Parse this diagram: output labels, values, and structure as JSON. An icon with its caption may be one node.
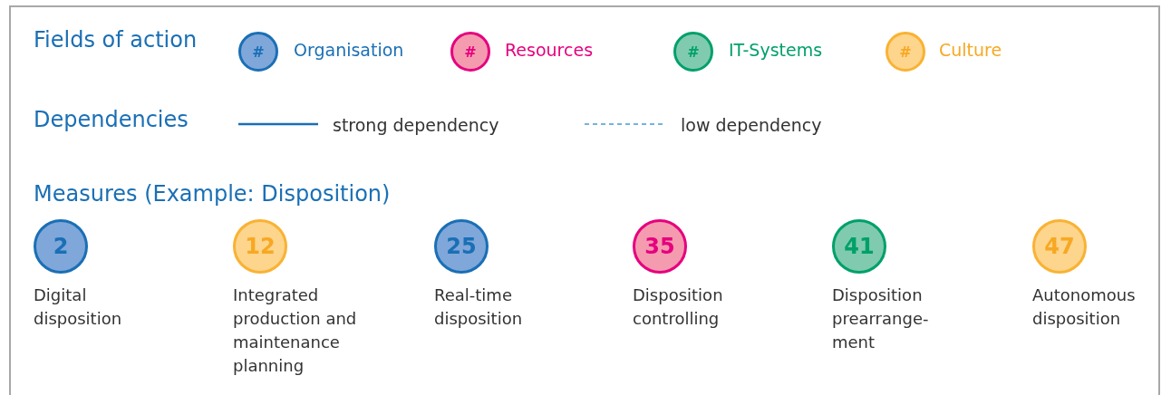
{
  "diagram": {
    "nodes": [
      {
        "text": [
          "#"
        ],
        "beside": [
          "Organisation"
        ]
      },
      {
        "text": [
          "#"
        ],
        "beside": [
          "Resources"
        ]
      },
      {
        "text": [
          "#"
        ],
        "beside": [
          "IT-Systems"
        ]
      },
      {
        "text": [
          "#"
        ],
        "beside": [
          "Culture"
        ]
      },
      {
        "text": [
          "2"
        ],
        "beside": [
          "Digital disposition"
        ]
      },
      {
        "text": [
          "12"
        ],
        "beside": [
          "Integrated production and maintenance planning"
        ]
      },
      {
        "text": [
          "25"
        ],
        "beside": [
          "Real-time disposition"
        ]
      },
      {
        "text": [
          "35"
        ],
        "beside": [
          "Disposition controlling"
        ]
      },
      {
        "text": [
          "41"
        ],
        "beside": [
          "Disposition prearrange-ment"
        ]
      },
      {
        "text": [
          "47"
        ],
        "beside": [
          "Autonomous disposition"
        ]
      }
    ],
    "labels": [
      "Fields of action",
      "Dependencies",
      "Measures (Example: Disposition)"
    ],
    "legend": [
      {
        "text": "strong dependency"
      },
      {
        "text": "low dependency"
      }
    ]
  }
}
